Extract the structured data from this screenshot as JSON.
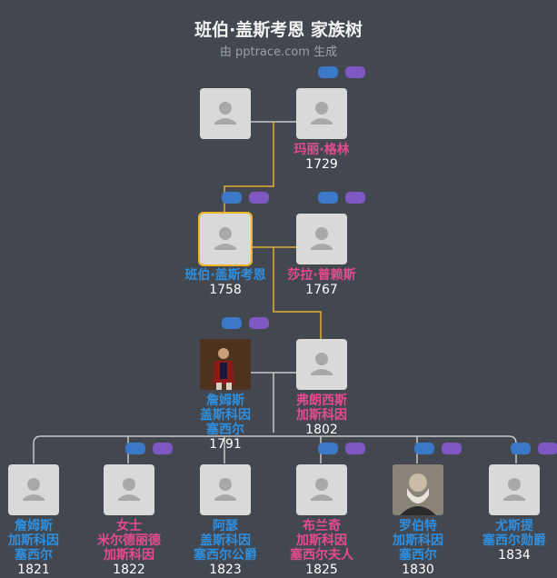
{
  "header": {
    "title": "班伯·盖斯考恩 家族树",
    "subtitle": "由 pptrace.com 生成"
  },
  "colors": {
    "male": "#2f8fe0",
    "female": "#e54c8f",
    "line_gold": "#e0b030",
    "line_gray": "#c8c8c8"
  },
  "people": [
    {
      "id": "p0",
      "name_lines": [],
      "year": "",
      "sex": "",
      "photo": ""
    },
    {
      "id": "p1",
      "name_lines": [
        "玛丽·格林"
      ],
      "year": "1729",
      "sex": "f",
      "photo": ""
    },
    {
      "id": "p2",
      "name_lines": [
        "班伯·盖斯考恩"
      ],
      "year": "1758",
      "sex": "m",
      "photo": ""
    },
    {
      "id": "p3",
      "name_lines": [
        "莎拉·普赖斯"
      ],
      "year": "1767",
      "sex": "f",
      "photo": ""
    },
    {
      "id": "p4",
      "name_lines": [
        "詹姆斯",
        "盖斯科因",
        "塞西尔"
      ],
      "year": "1791",
      "sex": "m",
      "photo": "portrait-uniform"
    },
    {
      "id": "p5",
      "name_lines": [
        "弗朗西斯",
        "加斯科因"
      ],
      "year": "1802",
      "sex": "f",
      "photo": ""
    },
    {
      "id": "p6",
      "name_lines": [
        "詹姆斯",
        "加斯科因",
        "塞西尔"
      ],
      "year": "1821",
      "sex": "m",
      "photo": ""
    },
    {
      "id": "p7",
      "name_lines": [
        "女士",
        "米尔德丽德",
        "加斯科因"
      ],
      "year": "1822",
      "sex": "f",
      "photo": ""
    },
    {
      "id": "p8",
      "name_lines": [
        "阿瑟",
        "盖斯科因",
        "塞西尔公爵"
      ],
      "year": "1823",
      "sex": "m",
      "photo": ""
    },
    {
      "id": "p9",
      "name_lines": [
        "布兰奇",
        "加斯科因",
        "塞西尔夫人"
      ],
      "year": "1825",
      "sex": "f",
      "photo": ""
    },
    {
      "id": "p10",
      "name_lines": [
        "罗伯特",
        "加斯科因",
        "塞西尔"
      ],
      "year": "1830",
      "sex": "m",
      "photo": "portrait-bearded"
    },
    {
      "id": "p11",
      "name_lines": [
        "尤斯提",
        "塞西尔勋爵"
      ],
      "year": "1834",
      "sex": "m",
      "photo": ""
    }
  ]
}
